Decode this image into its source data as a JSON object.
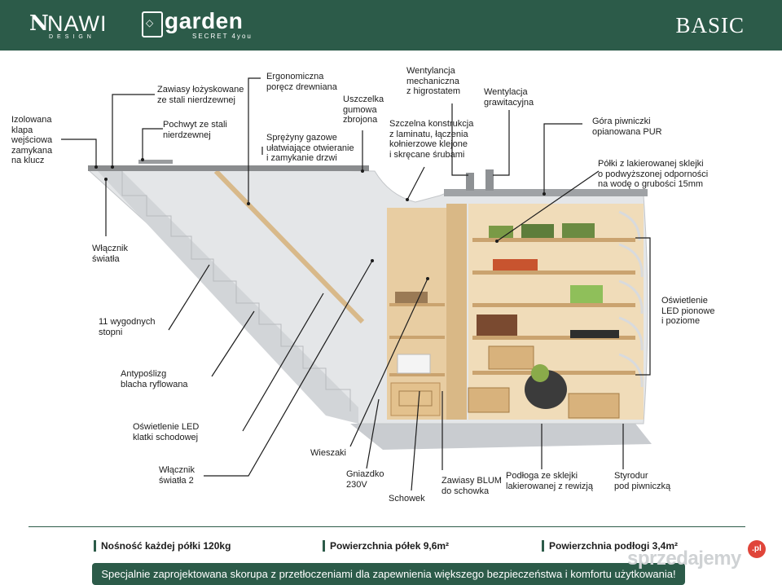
{
  "header": {
    "brand1": "NAWI",
    "brand1_mark": "N",
    "brand1_sub": "DESIGN",
    "brand2": "garden",
    "brand2_sub": "SECRET 4you",
    "edition": "BASIC"
  },
  "labels": {
    "klapa": "Izolowana\nklapa\nwejściowa\nzamykana\nna klucz",
    "zawiasy": "Zawiasy łożyskowane\nze stali nierdzewnej",
    "porecz": "Ergonomiczna\nporęcz drewniana",
    "pochwyt": "Pochwyt ze stali\nnierdzewnej",
    "sprezyny": "Sprężyny gazowe\nułatwiające otwieranie\ni zamykanie drzwi",
    "uszczelka": "Uszczelka\ngumowa\nzbrojona",
    "wentylacja_mech": "Wentylancja\nmechaniczna\nz higrostatem",
    "wentylacja_graw": "Wentylacja\ngrawitacyjna",
    "szczelna": "Szczelna konstrukcja\nz laminatu, łączenia\nkołnierzowe klejone\ni skręcane śrubami",
    "gora": "Góra piwniczki\nopianowana PUR",
    "polki": "Półki z lakierowanej sklejki\no podwyższonej odporności\nna wodę o grubości 15mm",
    "wlacznik": "Włącznik\nświatła",
    "led_pionowe": "Oświetlenie\nLED pionowe\ni poziome",
    "stopni": "11 wygodnych\nstopni",
    "antyposlizg": "Antypoślizg\nblacha ryflowana",
    "led_klatki": "Oświetlenie LED\nklatki schodowej",
    "wlacznik2": "Włącznik\nświatła 2",
    "wieszaki": "Wieszaki",
    "gniazdko": "Gniazdko\n230V",
    "schowek": "Schowek",
    "blum": "Zawiasy BLUM\ndo schowka",
    "podloga": "Podłoga ze sklejki\nlakierowanej z rewizją",
    "styrodur": "Styrodur\npod piwniczką"
  },
  "stats": {
    "nosnosc": "Nośność każdej półki 120kg",
    "powierzchnia_polek": "Powierzchnia półek 9,6m²",
    "powierzchnia_podlogi": "Powierzchnia podłogi 3,4m²"
  },
  "banner": "Specjalnie zaprojektowana skorupa z przetłoczeniami dla zapewnienia większego bezpieczeństwa i komfortu użytkowania!",
  "watermark": "sprzedajemy",
  "watermark_badge": ".pl",
  "colors": {
    "brand_green": "#2c5b49",
    "shell": "#e4e6e8",
    "plywood": "#e3c79b"
  }
}
